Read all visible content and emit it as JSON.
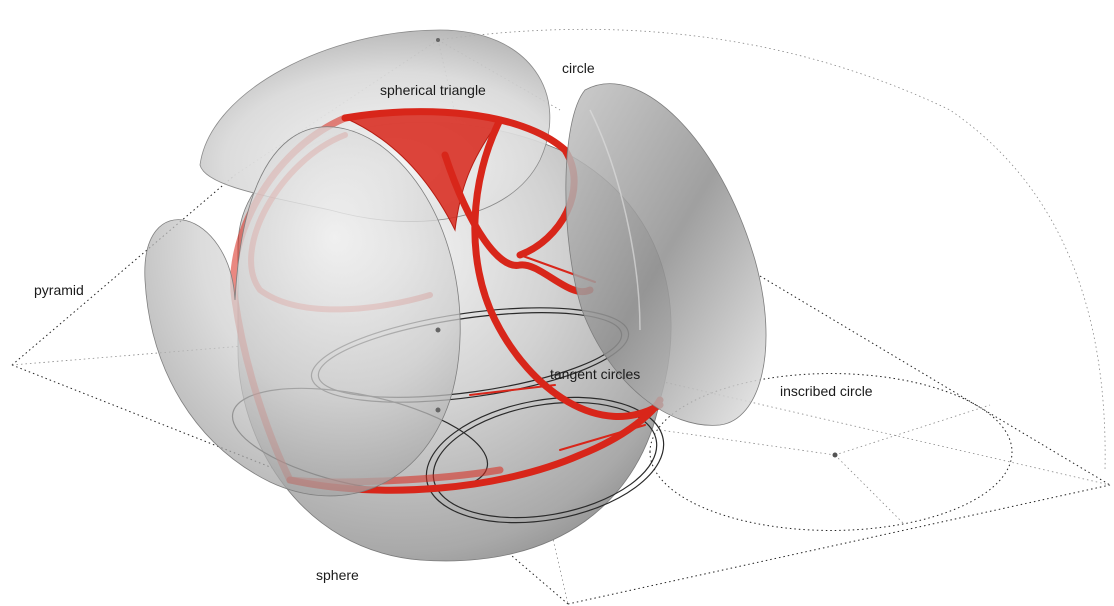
{
  "labels": {
    "circle": "circle",
    "spherical_triangle": "spherical triangle",
    "pyramid": "pyramid",
    "tangent_circles": "tangent circles",
    "inscribed_circle": "inscribed circle",
    "sphere": "sphere"
  },
  "colors": {
    "accent_red": "#d8261a",
    "sphere_gray": "#9a9a9a",
    "guide_lines": "#222222"
  }
}
